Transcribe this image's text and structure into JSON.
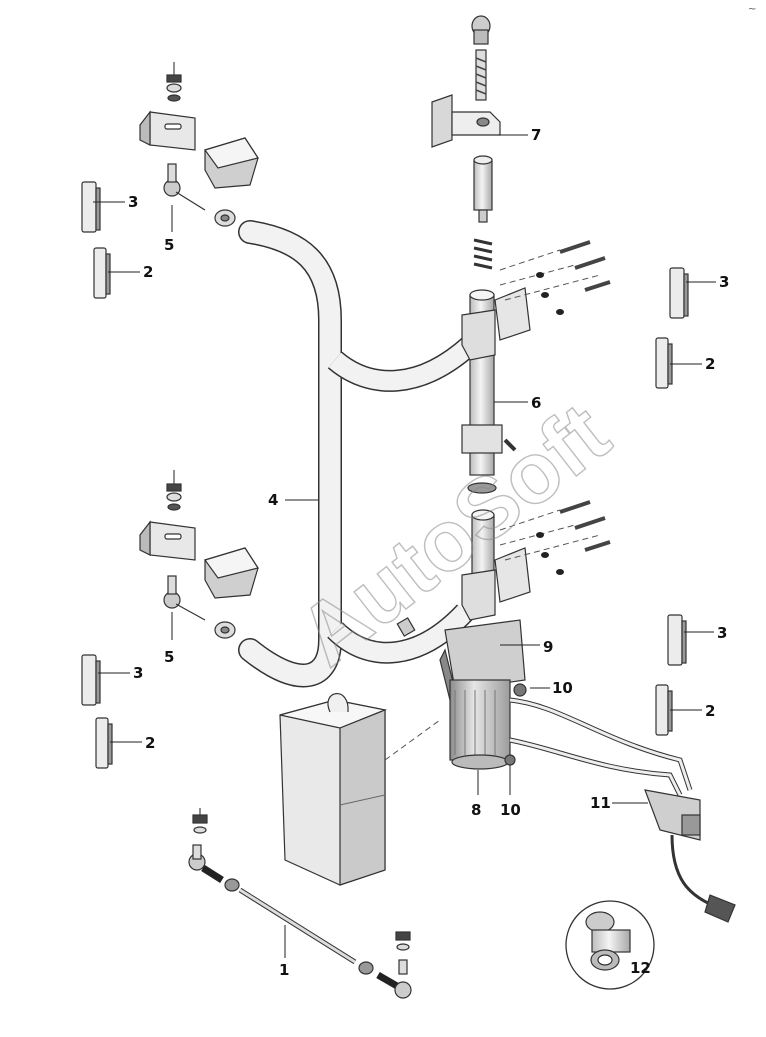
{
  "watermark": "AutoSoft",
  "corner_mark": "~",
  "callouts": {
    "c1": "1",
    "c2a": "2",
    "c2b": "2",
    "c2c": "2",
    "c2d": "2",
    "c3a": "3",
    "c3b": "3",
    "c3c": "3",
    "c3d": "3",
    "c4": "4",
    "c5a": "5",
    "c5b": "5",
    "c6": "6",
    "c7": "7",
    "c8": "8",
    "c9": "9",
    "c10a": "10",
    "c10b": "10",
    "c11": "11",
    "c12": "12"
  },
  "colors": {
    "outline": "#333333",
    "fill_light": "#f0f0f0",
    "fill_mid": "#d6d6d6",
    "fill_dark": "#9a9a9a"
  }
}
